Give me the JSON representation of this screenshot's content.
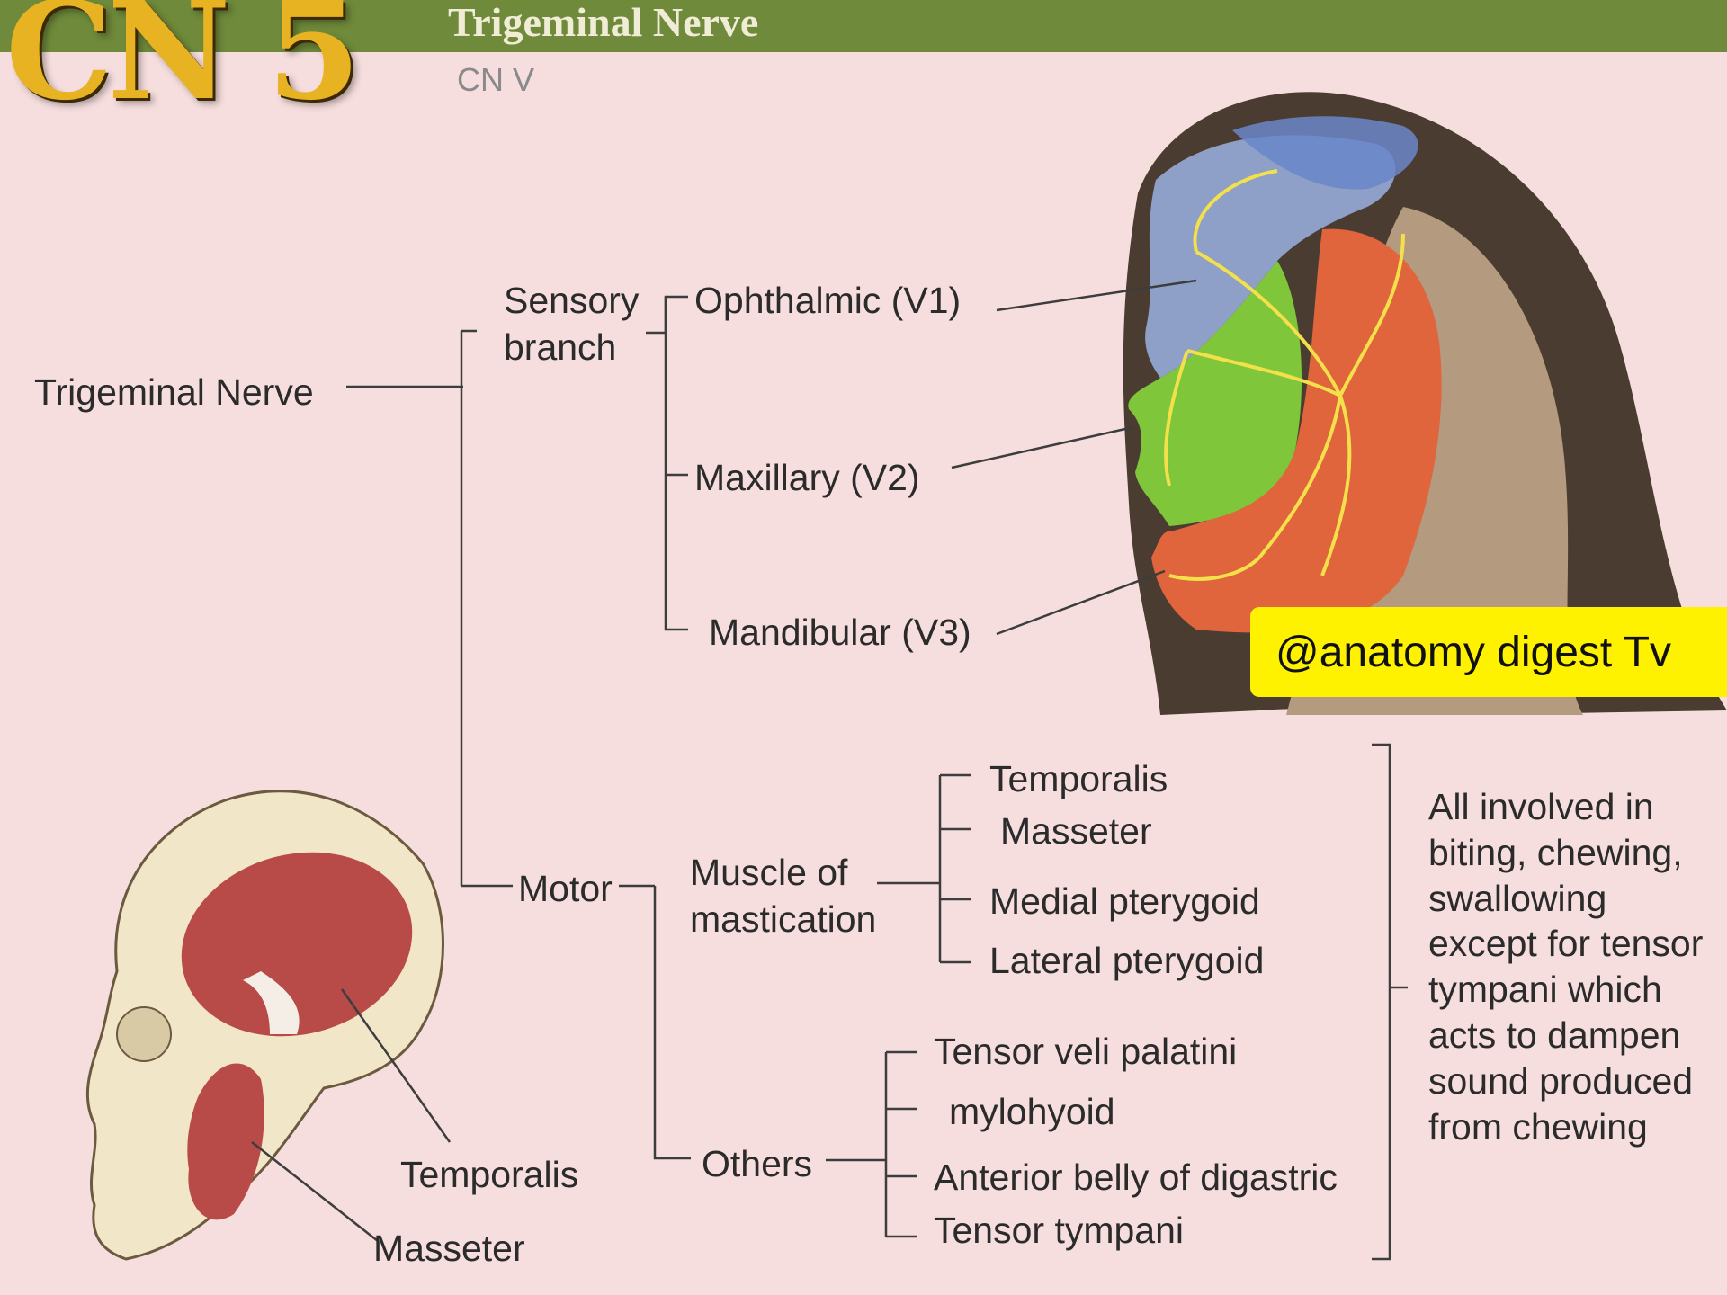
{
  "header": {
    "cn_number": "CN 5",
    "nerve_name": "Trigeminal Nerve",
    "abbreviation": "CN V"
  },
  "tree": {
    "root": "Trigeminal Nerve",
    "sensory": {
      "label": "Sensory branch",
      "branches": [
        "Ophthalmic (V1)",
        "Maxillary (V2)",
        "Mandibular (V3)"
      ]
    },
    "motor": {
      "label": "Motor",
      "mastication": {
        "label": "Muscle of mastication",
        "muscles": [
          "Temporalis",
          "Masseter",
          "Medial pterygoid",
          "Lateral pterygoid"
        ]
      },
      "others": {
        "label": "Others",
        "muscles": [
          "Tensor veli palatini",
          "mylohyoid",
          "Anterior belly of digastric",
          "Tensor tympani"
        ]
      }
    },
    "note": "All involved in biting, chewing, swallowing except for tensor tympani which acts to dampen sound produced from chewing"
  },
  "skull_labels": [
    "Temporalis",
    "Masseter"
  ],
  "watermark": "@anatomy digest Tv",
  "colors": {
    "background": "#f7dede",
    "header_bar": "#6f8a3a",
    "cn_gold": "#e8b323",
    "v1_region": "#8fa0c8",
    "v2_region": "#7fc63a",
    "v3_region": "#e0643c",
    "nerve_yellow": "#f3e04a",
    "watermark_bg": "#fff200"
  }
}
